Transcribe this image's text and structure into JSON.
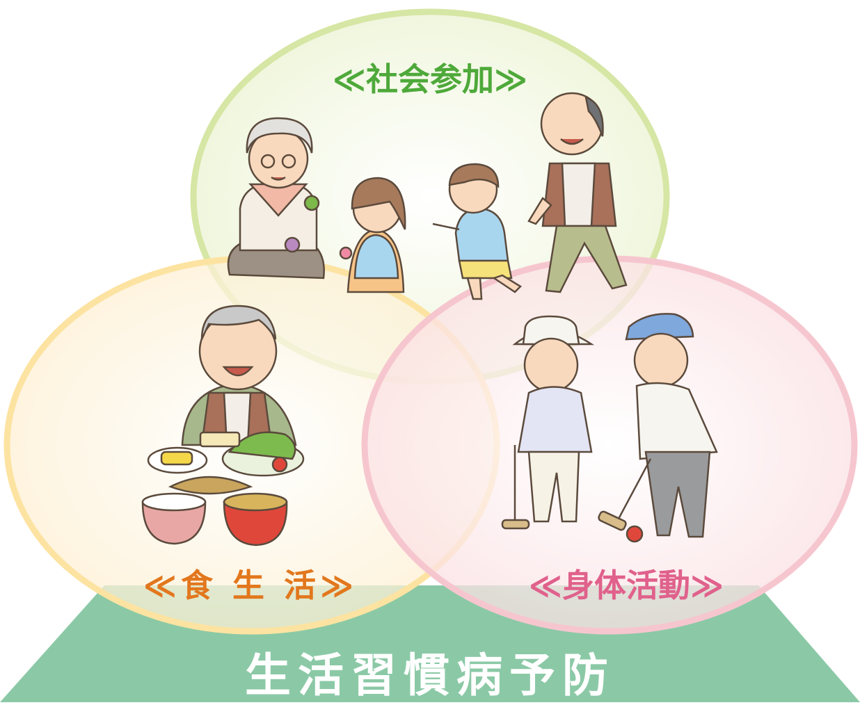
{
  "labels": {
    "social": "≪社会参加≫",
    "diet": "≪食 生 活≫",
    "physical": "≪身体活動≫",
    "base": "生活習慣病予防"
  },
  "colors": {
    "base_triangle": "#8bc9a6",
    "social_ring": "#d6e6a4",
    "diet_ring": "#fde3a1",
    "physical_ring": "#f6c6cf",
    "social_text": "#4ea93a",
    "diet_text": "#e2771d",
    "physical_text": "#e0618c",
    "base_text": "#ffffff"
  },
  "illustrations": {
    "social": [
      "grandmother-icon",
      "girl-icon",
      "boy-icon",
      "grandfather-icon"
    ],
    "diet": [
      "elderly-man-eating-icon",
      "meal-tray-icon"
    ],
    "physical": [
      "woman-with-cane-icon",
      "man-playing-gateball-icon"
    ]
  }
}
